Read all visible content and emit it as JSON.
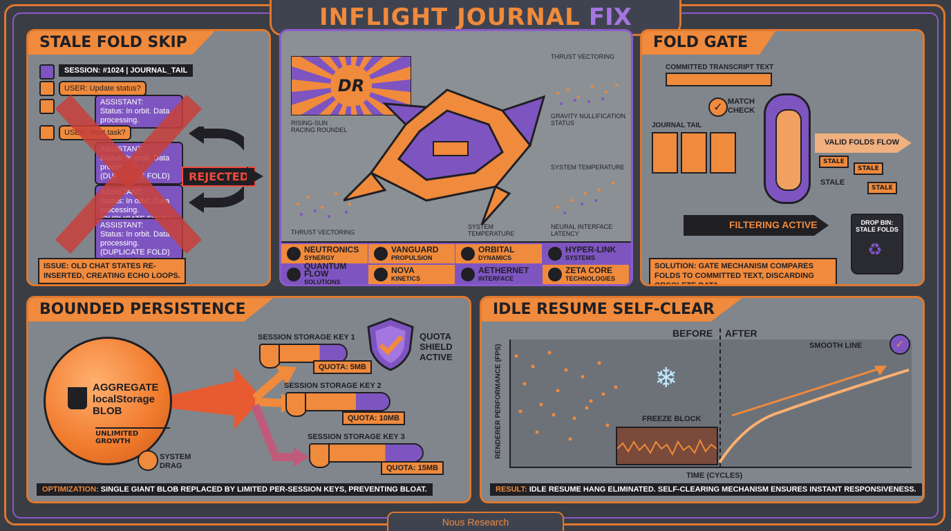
{
  "header": {
    "title_main": "INFLIGHT JOURNAL",
    "title_accent": "FIX"
  },
  "footer": {
    "brand": "Nous Research"
  },
  "panel_stale": {
    "title": "STALE FOLD SKIP",
    "session": "SESSION: #1024 | JOURNAL_TAIL",
    "user1": "USER: Update status?",
    "assistant1_head": "ASSISTANT:",
    "assistant1_body": "Status: In orbit. Data processing.",
    "user2": "USER: Next task?",
    "dup1_head": "ASSISTANT:",
    "dup1_body": "Status: In orbit. Data processing.",
    "dup1_tag": "(DUPLICATE FOLD)",
    "dup2_head": "ASSISTANT:",
    "dup2_body": "Status: In orbit. Data processing.",
    "dup2_tag": "(DUPLICATE FOLD)",
    "dup3_head": "ASSISTANT:",
    "dup3_body": "Status: In orbit. Data processing.",
    "dup3_tag": "(DUPLICATE FOLD)",
    "rejected": "REJECTED",
    "issue": "ISSUE: OLD CHAT STATES RE-INSERTED, CREATING ECHO LOOPS."
  },
  "panel_center": {
    "roundel_text": "DR",
    "labels": {
      "thrust_top": "THRUST VECTORING",
      "gravity": "GRAVITY NULLIFICATION STATUS",
      "roundel": "RISING-SUN RACING ROUNDEL",
      "system_temp_right": "SYSTEM TEMPERATURE",
      "thrust_bottom": "THRUST VECTORING",
      "system_temp_bottom": "SYSTEM TEMPERATURE",
      "neural": "NEURAL INTERFACE LATENCY"
    },
    "sponsors": [
      {
        "name": "NEUTRONICS",
        "sub": "SYNERGY",
        "icon": "swirl-icon"
      },
      {
        "name": "VANGUARD",
        "sub": "PROPULSION",
        "icon": "wing-icon"
      },
      {
        "name": "ORBITAL",
        "sub": "DYNAMICS",
        "icon": "planet-icon"
      },
      {
        "name": "HYPER-LINK",
        "sub": "SYSTEMS",
        "icon": "link-icon"
      },
      {
        "name": "QUANTUM FLOW",
        "sub": "SOLUTIONS",
        "icon": "q-icon"
      },
      {
        "name": "NOVA",
        "sub": "KINETICS",
        "icon": "nova-icon"
      },
      {
        "name": "AETHERNET",
        "sub": "INTERFACE",
        "icon": "triangle-icon"
      },
      {
        "name": "ZETA CORE",
        "sub": "TECHNOLOGIES",
        "icon": "z-icon"
      }
    ]
  },
  "panel_gate": {
    "title": "FOLD GATE",
    "committed": "COMMITTED TRANSCRIPT TEXT",
    "match": "MATCH CHECK",
    "journal_tail": "JOURNAL TAIL",
    "valid": "VALID FOLDS FLOW",
    "stale_tag": "STALE",
    "stale_label": "STALE",
    "filtering": "FILTERING ACTIVE",
    "bin": "DROP BIN: STALE FOLDS",
    "solution": "SOLUTION: GATE MECHANISM COMPARES FOLDS TO COMMITTED TEXT, DISCARDING OBSOLETE DATA."
  },
  "panel_bounded": {
    "title": "BOUNDED PERSISTENCE",
    "blob_line1": "AGGREGATE",
    "blob_line2": "localStorage",
    "blob_line3": "BLOB",
    "blob_sub": "UNLIMITED GROWTH",
    "drag": "SYSTEM DRAG",
    "keys": [
      {
        "label": "SESSION STORAGE KEY 1",
        "quota": "QUOTA: 5MB"
      },
      {
        "label": "SESSION STORAGE KEY 2",
        "quota": "QUOTA: 10MB"
      },
      {
        "label": "SESSION STORAGE KEY 3",
        "quota": "QUOTA: 15MB"
      }
    ],
    "shield": "QUOTA SHIELD ACTIVE",
    "opt_head": "OPTIMIZATION:",
    "opt_body": "SINGLE GIANT BLOB REPLACED BY LIMITED PER-SESSION KEYS, PREVENTING BLOAT."
  },
  "panel_idle": {
    "title": "IDLE RESUME SELF-CLEAR",
    "before": "BEFORE",
    "after": "AFTER",
    "smooth": "SMOOTH LINE",
    "freeze": "FREEZE BLOCK",
    "ylabel": "RENDERER PERFORMANCE (FPS)",
    "xlabel": "TIME (CYCLES)",
    "result_head": "RESULT:",
    "result_body": "IDLE RESUME HANG ELIMINATED. SELF-CLEARING MECHANISM ENSURES INSTANT RESPONSIVENESS."
  }
}
